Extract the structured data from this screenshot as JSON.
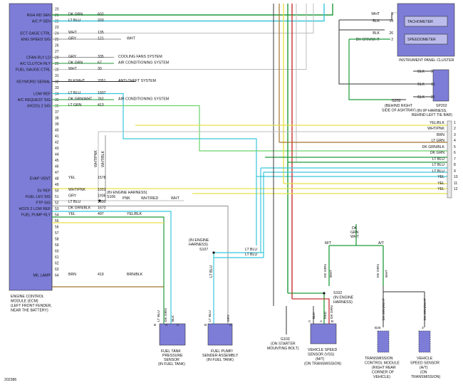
{
  "ecm": {
    "pin_numbers": [
      "20",
      "21",
      "22",
      "23",
      "24",
      "25",
      "26",
      "27",
      "28",
      "29",
      "30",
      "31",
      "32",
      "33",
      "34",
      "35",
      "36",
      "37",
      "38",
      "39",
      "40",
      "41",
      "42",
      "43",
      "44",
      "45",
      "46",
      "47",
      "48",
      "49",
      "50",
      "51",
      "52",
      "53",
      "54",
      "55",
      "56",
      "57",
      "58",
      "59",
      "60",
      "61",
      "62",
      "63",
      "64"
    ],
    "signals": [
      {
        "pin": "21",
        "name": "RGH RD SEN"
      },
      {
        "pin": "22",
        "name": "A/C P SEN"
      },
      {
        "pin": "24",
        "name": "ECT GAGE CTRL"
      },
      {
        "pin": "25",
        "name": "ENG SPEED SIG"
      },
      {
        "pin": "28",
        "name": "CFAN RLY LO"
      },
      {
        "pin": "29",
        "name": "A/C CLUTCH RLY"
      },
      {
        "pin": "30",
        "name": "FUEL GAUGE CTRL"
      },
      {
        "pin": "32",
        "name": "KEYWORD SERIAL"
      },
      {
        "pin": "34",
        "name": "LOW REF"
      },
      {
        "pin": "35",
        "name": "A/C REQUEST SIG"
      },
      {
        "pin": "36",
        "name": "(HO2S) 2 SIG"
      },
      {
        "pin": "48",
        "name": "EVAP VENT"
      },
      {
        "pin": "50",
        "name": "5V REF"
      },
      {
        "pin": "51",
        "name": "FUEL LEV SIG"
      },
      {
        "pin": "52",
        "name": "FTP SIG"
      },
      {
        "pin": "53",
        "name": "HO2S 2 LOW REF"
      },
      {
        "pin": "54",
        "name": "FUEL PUMP RLY"
      },
      {
        "pin": "64",
        "name": "MIL LAMP"
      }
    ],
    "label_lines": [
      "ENGINE CONTROL",
      "MODULE (ECM)",
      "(LEFT FRONT FENDER,",
      "NEAR THE BATTERY)"
    ]
  },
  "wires": [
    {
      "pin": "21",
      "color": "DK GRN",
      "circuit": "602"
    },
    {
      "pin": "22",
      "color": "LT BLU",
      "circuit": "203"
    },
    {
      "pin": "24",
      "color": "WHT",
      "circuit": "135"
    },
    {
      "pin": "25",
      "color": "GRY",
      "circuit": "121",
      "dest": "WHT"
    },
    {
      "pin": "28",
      "color": "GRY",
      "circuit": "335",
      "dest": "COOLING FANS SYSTEM"
    },
    {
      "pin": "29",
      "color": "DK GRN",
      "circuit": "67",
      "dest": "AIR CONDITIONING SYSTEM"
    },
    {
      "pin": "30",
      "color": "WHT",
      "circuit": "30"
    },
    {
      "pin": "32",
      "color": "BLK/WHT",
      "circuit": "2051",
      "dest": "ANTI-THEFT SYSTEM"
    },
    {
      "pin": "34",
      "color": "LT BLU",
      "circuit": "1937"
    },
    {
      "pin": "35",
      "color": "DK GRN/WHT",
      "circuit": "762",
      "dest": "AIR CONDITIONING SYSTEM"
    },
    {
      "pin": "36",
      "color": "LT GRN",
      "circuit": "413"
    },
    {
      "pin": "48",
      "color": "YEL",
      "circuit": "1578"
    },
    {
      "pin": "50",
      "color": "WHT/PNK",
      "circuit": "1031"
    },
    {
      "pin": "51",
      "color": "GRY",
      "circuit": "1936"
    },
    {
      "pin": "52",
      "color": "LT BLU",
      "circuit": "1030"
    },
    {
      "pin": "53",
      "color": "DK GRN/BLK",
      "circuit": "1670"
    },
    {
      "pin": "54",
      "color": "YEL",
      "circuit": "497",
      "dest": "YEL/BLK"
    },
    {
      "pin": "64",
      "color": "BRN",
      "circuit": "419",
      "dest": "BRN/BLK"
    }
  ],
  "cluster": {
    "tachometer": "TACHOMETER",
    "speedometer": "SPEEDOMETER",
    "label": "INSTRUMENT PANEL CLUSTER",
    "pins": [
      {
        "color": "WHT",
        "num": "3"
      },
      {
        "color": "BLK",
        "num": "14"
      },
      {
        "color": "BLK",
        "num": "26"
      },
      {
        "color": "DK GRN/WHT",
        "num": "2"
      }
    ]
  },
  "sp202": {
    "name": "SP202",
    "sub": [
      "(IN I/P HARNESS,",
      "BEHIND LEFT TIE BAR)"
    ],
    "pins": [
      {
        "color": "BLK",
        "num": "9"
      },
      {
        "color": "BLK",
        "num": "15"
      },
      {
        "color": "BLK",
        "num": "20"
      }
    ]
  },
  "g202": {
    "name": "G202",
    "sub": [
      "(BEHIND RIGHT",
      "SIDE OF ASHTRAY)"
    ]
  },
  "right_connector": [
    {
      "color": "YEL/BLK",
      "num": "1"
    },
    {
      "color": "WHT/PNK",
      "num": "2"
    },
    {
      "color": "BRN",
      "num": "3"
    },
    {
      "color": "LT GRN",
      "num": "4"
    },
    {
      "color": "DK GRN/BLK",
      "num": "5"
    },
    {
      "color": "DK GRN",
      "num": "6"
    },
    {
      "color": "LT BLU",
      "num": "7"
    },
    {
      "color": "LT BLU",
      "num": "8"
    },
    {
      "color": "LT BLU",
      "num": "9"
    },
    {
      "color": "YEL",
      "num": "10"
    },
    {
      "color": "YEL",
      "num": "11"
    },
    {
      "color": "YEL",
      "num": "12"
    }
  ],
  "splices": {
    "s106": {
      "name": "S106",
      "note": "(IN ENGINE HARNESS)",
      "pnk": "PNK",
      "wht_red": "WHT/RED",
      "wht": "WHT"
    },
    "s107": {
      "name": "S107",
      "note": [
        "(IN ENGINE",
        "HARNESS)"
      ],
      "lt_blu_a": "LT BLU",
      "lt_blu_b": "LT BLU"
    },
    "s102": {
      "name": "S102",
      "note": [
        "(IN ENGINE",
        "HARNESS)"
      ]
    }
  },
  "harness_labels": {
    "wht_pnk_vert": "WHT/PNK",
    "wht_blk_vert": "WHT/BLK",
    "dk_grn_wht": [
      "DK",
      "GRN",
      "WHT"
    ],
    "mt": "M/T",
    "at": "A/T",
    "lt_blu_vert": "LT BLU"
  },
  "fuel_tank_sensor": {
    "pins": [
      "B",
      "A",
      "C"
    ],
    "wire_colors": [
      "LT BLU",
      "DK GRN",
      "BLK"
    ],
    "label": [
      "FUEL TANK",
      "PRESSURE",
      "SENSOR",
      "(IN FUEL TANK)"
    ]
  },
  "fuel_pump": {
    "pins": [
      "B",
      "A"
    ],
    "wire_colors": [
      "LT BLU",
      "GRY"
    ],
    "label": [
      "FUEL PUMP/",
      "SENDER ASSEMBLY",
      "(IN FUEL TANK)"
    ]
  },
  "g103": {
    "name": "G103",
    "sub": [
      "(ON STARTER",
      "MOUNTING BOLT)"
    ]
  },
  "vss_mt": {
    "pins": [
      "C",
      "A",
      "B"
    ],
    "wire_colors": [
      "BLK",
      "RED",
      "DK GRN"
    ],
    "label": [
      "VEHICLE SPEED",
      "SENSOR (VSS)",
      "(M/T)",
      "(ON TRANSMISSION)"
    ],
    "upper_wires": [
      "DK GRN",
      "WHT"
    ]
  },
  "tcm": {
    "pin": "B25",
    "wire_color": "DK GRN/WHT",
    "upper_wires": [
      "DK GRN",
      "WHT"
    ],
    "label": [
      "TRANSMISSION",
      "CONTROL MODULE",
      "(RIGHT REAR",
      "CORNER OF",
      "VEHICLE)"
    ]
  },
  "vss_at": {
    "pin": "3",
    "wire_color": "DK GRN/WHT",
    "label": [
      "VEHICLE",
      "SPEED SENSOR",
      "(A/T)",
      "(ON",
      "TRANSMISSION)"
    ]
  },
  "figure_id": "202386"
}
